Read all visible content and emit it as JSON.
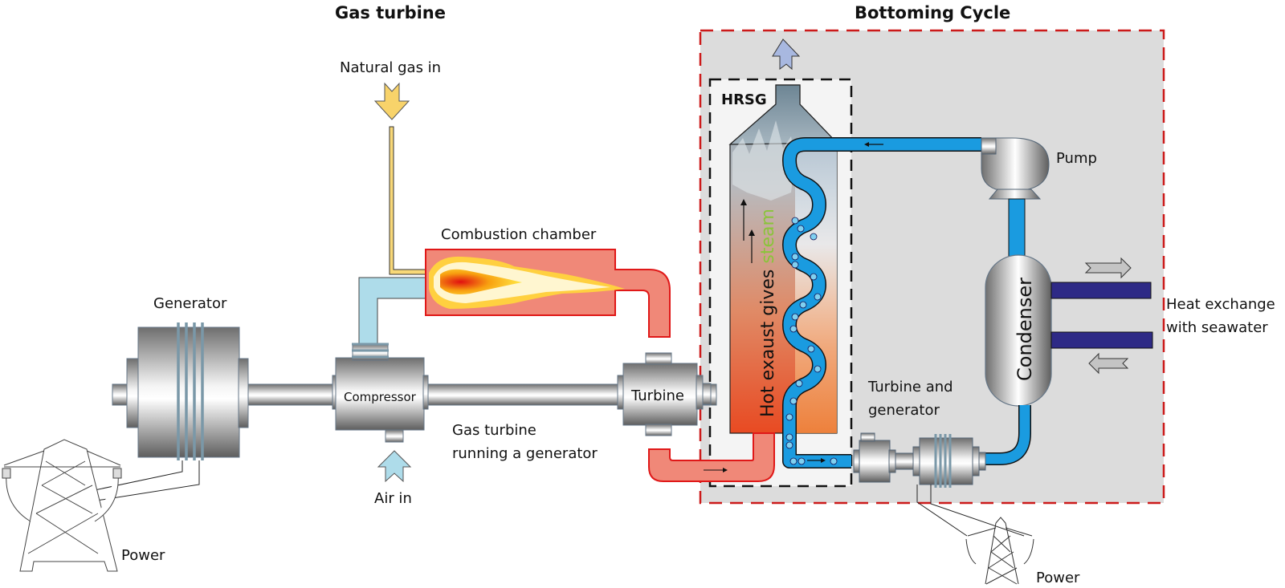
{
  "titles": {
    "gas_turbine": "Gas turbine",
    "bottoming_cycle": "Bottoming Cycle"
  },
  "labels": {
    "natural_gas_in": "Natural gas in",
    "combustion_chamber": "Combustion chamber",
    "generator": "Generator",
    "compressor": "Compressor",
    "turbine": "Turbine",
    "air_in": "Air in",
    "gas_turbine_caption_line1": "Gas turbine",
    "gas_turbine_caption_line2": "running a generator",
    "power_left": "Power",
    "hrsg": "HRSG",
    "hot_exhaust": "Hot exaust gives ",
    "steam": "steam",
    "pump": "Pump",
    "condenser": "Condenser",
    "heat_exchange_line1": "Heat exchange",
    "heat_exchange_line2": "with seawater",
    "turbine_generator_line1": "Turbine and",
    "turbine_generator_line2": "generator",
    "power_right": "Power"
  },
  "colors": {
    "hot_gas": "#f08878",
    "hot_gas_border": "#e01818",
    "water_pipe": "#1a9be0",
    "air_pipe": "#aedcea",
    "fuel_pipe": "#f8d878",
    "seawater_pipe": "#2e2a86",
    "bottoming_border": "#cc1a1a",
    "bottoming_fill": "#dcdcdc",
    "steam_text": "#8ac43a"
  }
}
